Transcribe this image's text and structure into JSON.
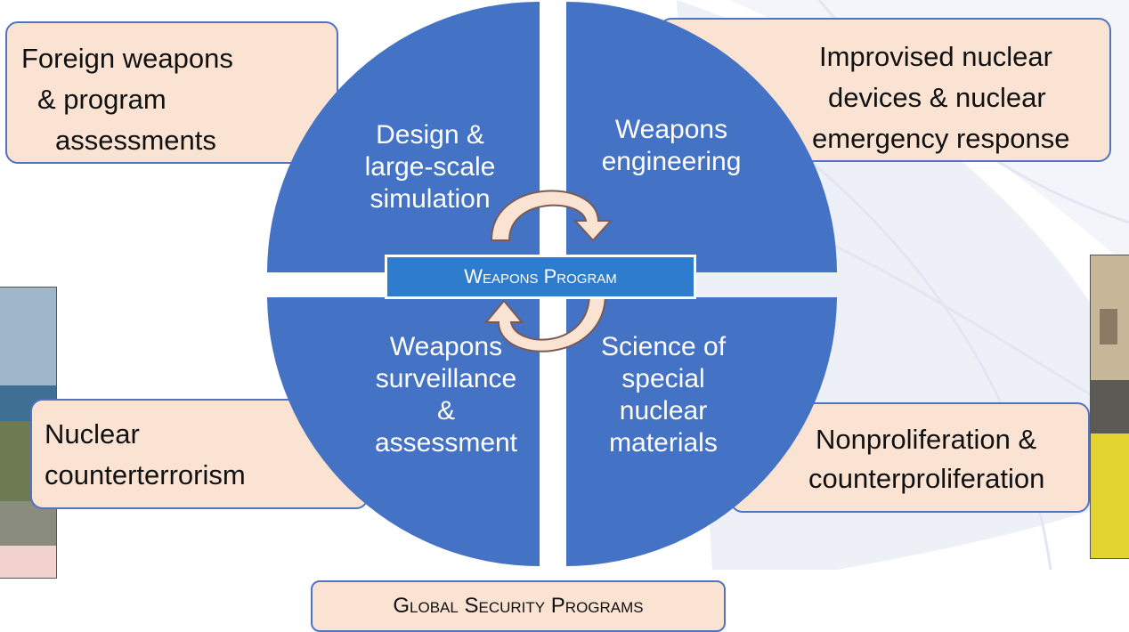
{
  "colors": {
    "quadrant": "#4472c4",
    "callout_fill": "#fbe3d4",
    "callout_border": "#4f74c2",
    "center_fill": "#2e7ccd",
    "arrow_fill": "#fbe3d4"
  },
  "quadrants": {
    "top_left": [
      "Design &",
      "large-scale",
      "simulation"
    ],
    "top_right": [
      "Weapons",
      "engineering"
    ],
    "bottom_left": [
      "Weapons",
      "surveillance",
      "&",
      "assessment"
    ],
    "bottom_right": [
      "Science of",
      "special",
      "nuclear",
      "materials"
    ]
  },
  "center_label": "Weapons Program",
  "callouts": {
    "top_left": [
      "Foreign weapons",
      "& program",
      "assessments"
    ],
    "top_right": [
      "Improvised nuclear",
      "devices & nuclear",
      "emergency response"
    ],
    "bottom_left": [
      "Nuclear",
      "counterterrorism"
    ],
    "bottom_right": [
      "Nonproliferation &",
      "counterproliferation"
    ]
  },
  "bottom_label": "Global Security Programs"
}
